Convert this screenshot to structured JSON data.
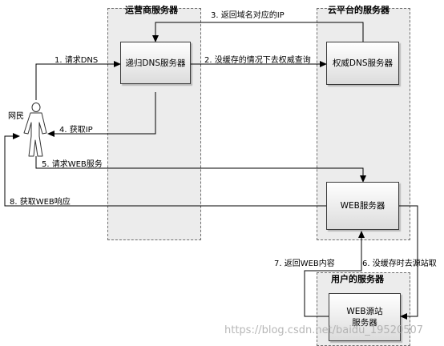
{
  "zones": {
    "isp": {
      "title": "运营商服务器"
    },
    "cloud": {
      "title": "云平台的服务器"
    },
    "user": {
      "title": "用户的服务器"
    }
  },
  "nodes": {
    "user": {
      "label": "网民"
    },
    "recursive_dns": {
      "label": "递归DNS服务器"
    },
    "authoritative_dns": {
      "label": "权威DNS服务器"
    },
    "web_server": {
      "label": "WEB服务器"
    },
    "origin_server": {
      "line1": "WEB源站",
      "line2": "服务器"
    }
  },
  "edges": {
    "e1": "1. 请求DNS",
    "e2": "2. 没缓存的情况下去权威查询",
    "e3": "3. 返回域名对应的IP",
    "e4": "4. 获取IP",
    "e5": "5. 请求WEB服务",
    "e6": "6. 没缓存时去源站取",
    "e7": "7. 返回WEB内容",
    "e8": "8. 获取WEB响应"
  },
  "watermark": "https://blog.csdn.net/baidu_19520507"
}
